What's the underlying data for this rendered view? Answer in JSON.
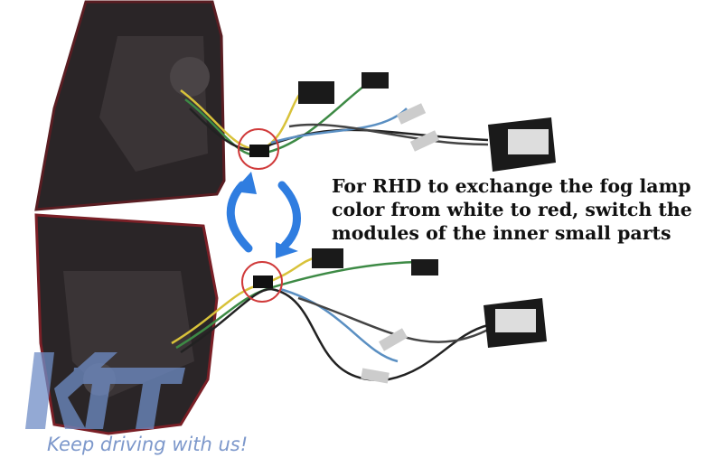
{
  "caption": {
    "lines": [
      "For RHD to exchange the fog lamp",
      "color from white to red, switch the",
      "modules of the inner small parts"
    ]
  },
  "watermark": {
    "logo_text": "KTT",
    "slogan": "Keep driving with us!"
  },
  "colors": {
    "highlight_circle": "#d03a3a",
    "arrow": "#2f7de0",
    "watermark": "#6f8dc6"
  }
}
